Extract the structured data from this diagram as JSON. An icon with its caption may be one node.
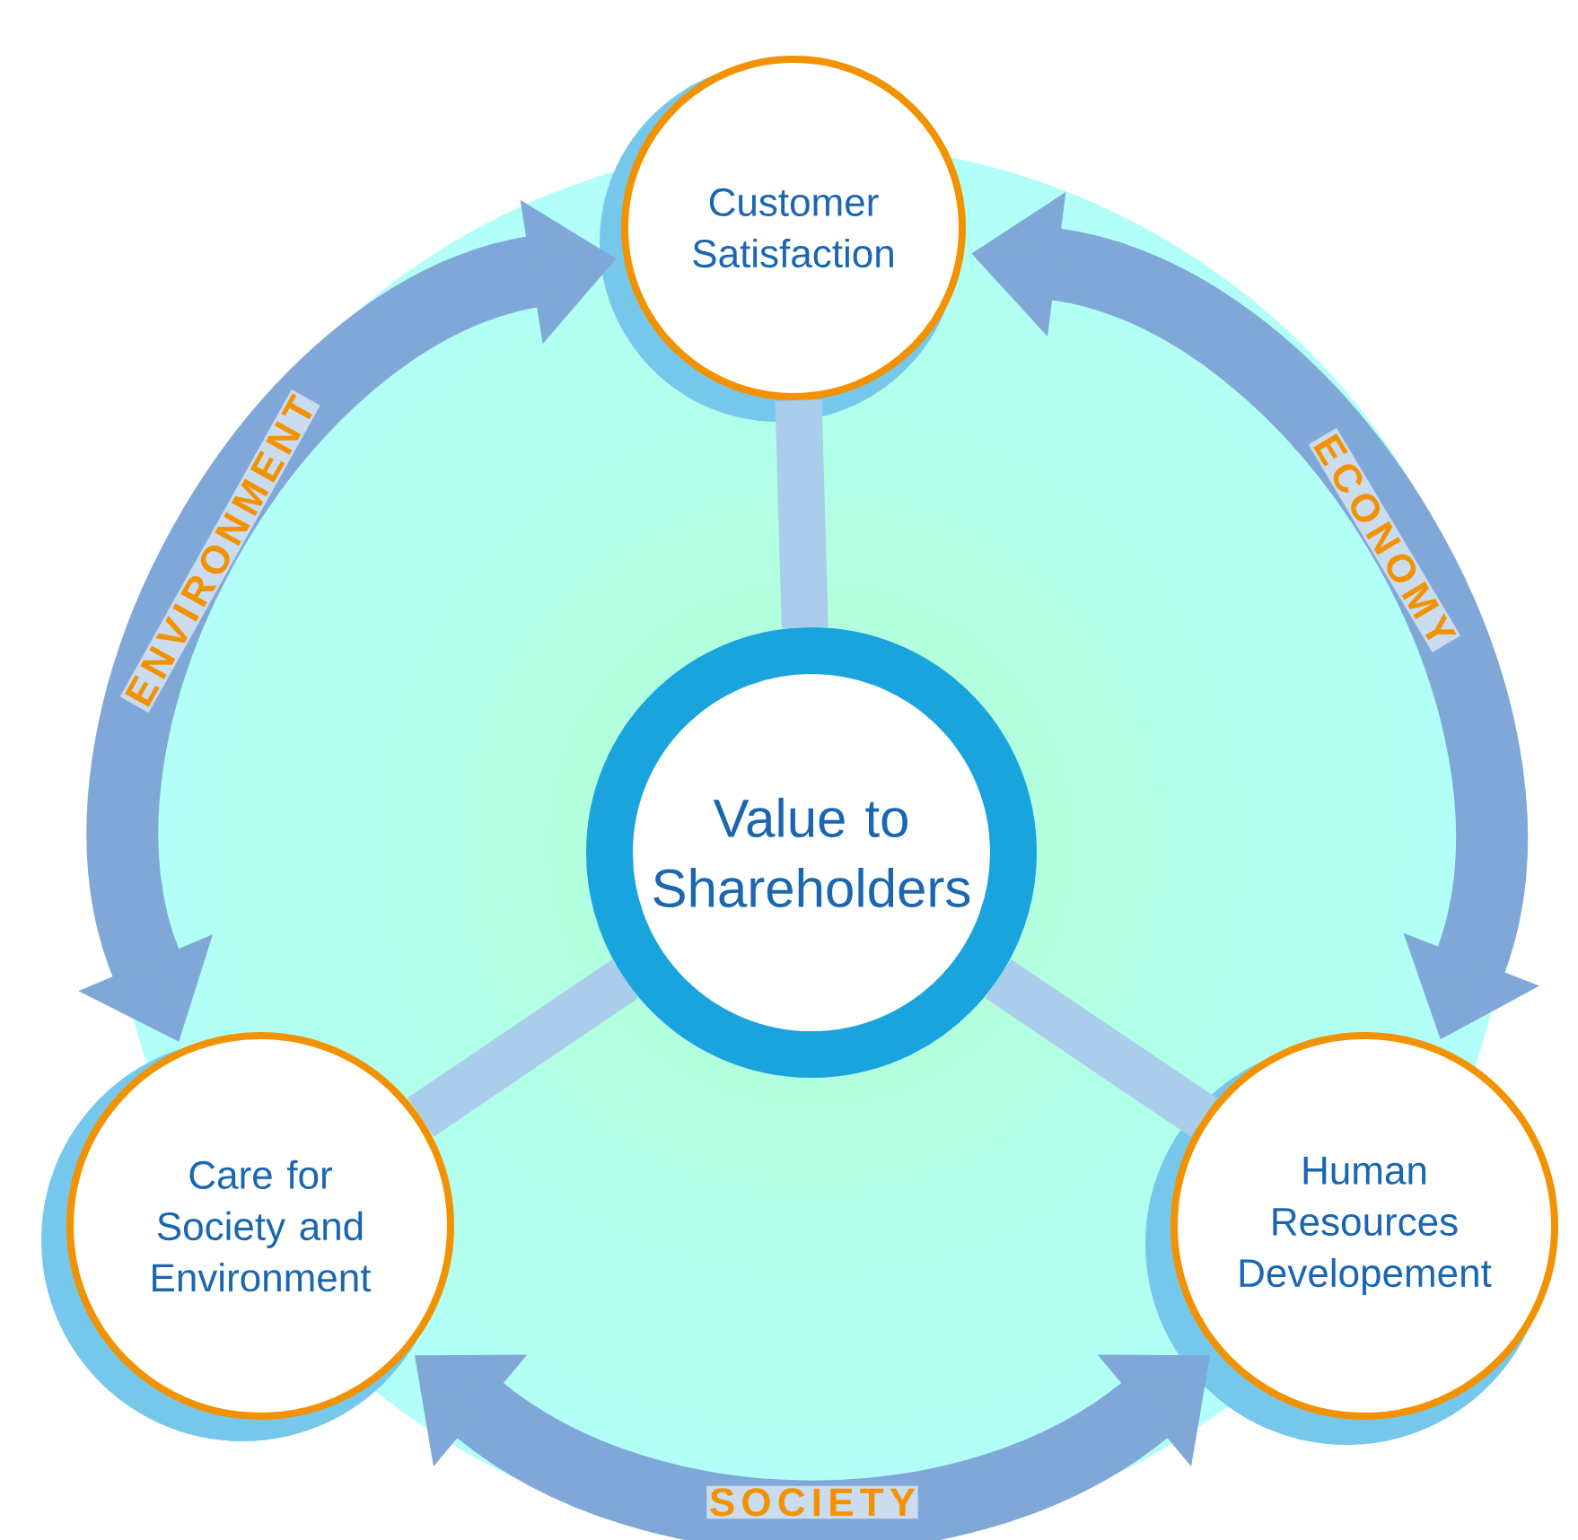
{
  "diagram": {
    "nodes": [
      {
        "text": [
          "Value to Shareholders"
        ]
      },
      {
        "text": [
          "Customer Satisfaction"
        ]
      },
      {
        "text": [
          "Care for Society and Environment"
        ]
      },
      {
        "text": [
          "Human Resources Developement"
        ]
      }
    ],
    "edges": [
      {
        "from": 0,
        "to": 1,
        "arrow": "none"
      },
      {
        "from": 0,
        "to": 2,
        "arrow": "none"
      },
      {
        "from": 0,
        "to": 3,
        "arrow": "none"
      },
      {
        "from": 1,
        "to": 2,
        "arrow": "both",
        "label": "ENVIRONMENT"
      },
      {
        "from": 1,
        "to": 3,
        "arrow": "both",
        "label": "ECONOMY"
      },
      {
        "from": 2,
        "to": 3,
        "arrow": "both",
        "label": "SOCIETY"
      }
    ]
  }
}
